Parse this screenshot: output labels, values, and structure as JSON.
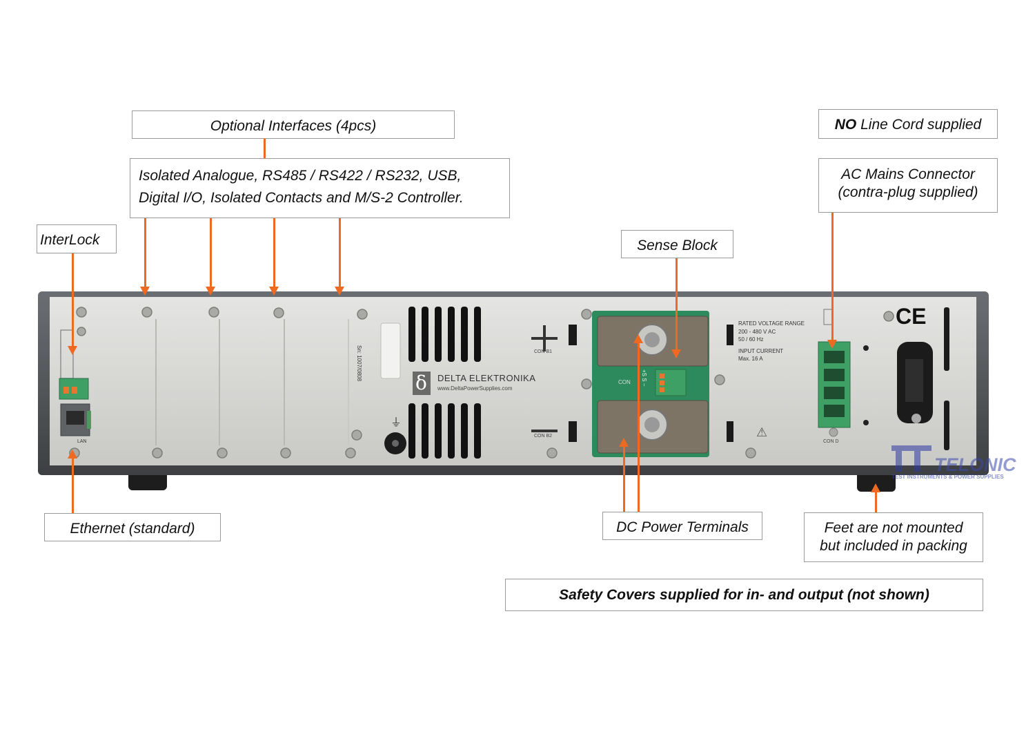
{
  "labels": {
    "optional_interfaces": "Optional Interfaces (4pcs)",
    "interfaces_list_line1": "Isolated Analogue, RS485 / RS422 / RS232, USB,",
    "interfaces_list_line2": "Digital I/O, Isolated Contacts and M/S-2 Controller.",
    "interlock": "InterLock",
    "sense_block": "Sense Block",
    "no_line_cord_bold": "NO",
    "no_line_cord_rest": " Line Cord supplied",
    "ac_mains_line1": "AC Mains Connector",
    "ac_mains_line2": "(contra-plug supplied)",
    "ethernet": "Ethernet (standard)",
    "dc_power_terminals": "DC Power Terminals",
    "feet_line1": "Feet are not mounted",
    "feet_line2": "but included in packing",
    "safety_covers": "Safety Covers supplied for in- and output (not shown)"
  },
  "device_markings": {
    "brand_symbol": "δ",
    "brand_name": "DELTA ELEKTRONIKA",
    "brand_url": "www.DeltaPowerSupplies.com",
    "serial": "Sn: 1007/0808",
    "lan": "LAN",
    "con_b1": "CON B1",
    "con_b2": "CON B2",
    "con_label": "CON",
    "con_d": "CON D",
    "plus": "+",
    "minus": "−",
    "sense_pins": "+S S −",
    "rated_voltage_title": "RATED VOLTAGE RANGE",
    "rated_voltage_value": "200 - 480 V AC",
    "rated_frequency": "50 / 60 Hz",
    "input_current_title": "INPUT  CURRENT",
    "input_current_value": "Max. 16 A",
    "ce_mark": "CE",
    "ground_symbol": "⏚",
    "warning_symbol": "⚠"
  },
  "watermark": {
    "name": "TELONIC",
    "tagline": "TEST INSTRUMENTS & POWER SUPPLIES"
  },
  "colors": {
    "arrow": "#ee6a22",
    "panel": "#d6d6d4",
    "frame": "#55585c",
    "terminal_board": "#2c8a5c",
    "connector_green": "#3fa065"
  }
}
